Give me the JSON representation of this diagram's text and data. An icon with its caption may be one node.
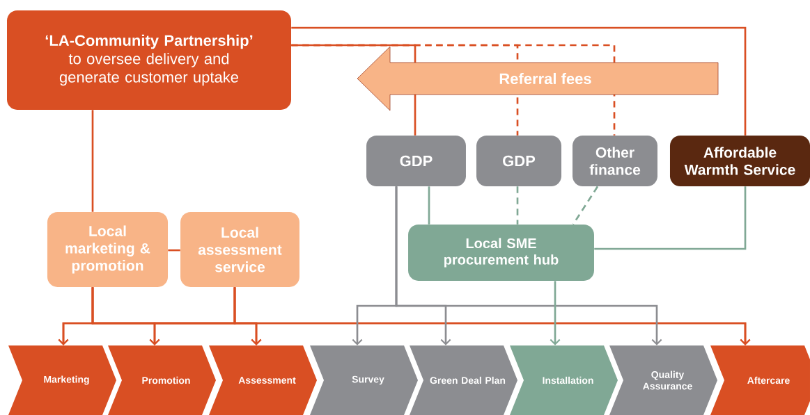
{
  "diagram": {
    "nodes": [
      {
        "text": [
          "‘LA-Community Partnership’",
          "to oversee delivery and generate customer uptake"
        ]
      },
      {
        "text": [
          "GDP"
        ]
      },
      {
        "text": [
          "GDP"
        ]
      },
      {
        "text": [
          "Other finance"
        ]
      },
      {
        "text": [
          "Affordable Warmth Service"
        ]
      },
      {
        "text": [
          "Local marketing & promotion"
        ]
      },
      {
        "text": [
          "Local assessment service"
        ]
      },
      {
        "text": [
          "Local SME procurement hub"
        ]
      },
      {
        "text": [
          "Marketing"
        ]
      },
      {
        "text": [
          "Promotion"
        ]
      },
      {
        "text": [
          "Assessment"
        ]
      },
      {
        "text": [
          "Survey"
        ]
      },
      {
        "text": [
          "Green Deal Plan"
        ]
      },
      {
        "text": [
          "Installation"
        ]
      },
      {
        "text": [
          "Quality Assurance"
        ]
      },
      {
        "text": [
          "Aftercare"
        ]
      }
    ],
    "edges": [
      {
        "from": 0,
        "to": 4,
        "arrow": "none"
      },
      {
        "from": 0,
        "to": 1,
        "arrow": "none"
      },
      {
        "from": 0,
        "to": 2,
        "arrow": "none",
        "style": "dashed"
      },
      {
        "from": 0,
        "to": 3,
        "arrow": "none",
        "style": "dashed"
      },
      {
        "from": 0,
        "to": 5,
        "arrow": "none"
      },
      {
        "from": 5,
        "to": 6,
        "arrow": "none"
      },
      {
        "from": 5,
        "to": 8,
        "arrow": "to"
      },
      {
        "from": 5,
        "to": 9,
        "arrow": "to"
      },
      {
        "from": 5,
        "to": 10,
        "arrow": "to"
      },
      {
        "from": 5,
        "to": 15,
        "arrow": "to"
      },
      {
        "from": 6,
        "to": 8,
        "arrow": "to"
      },
      {
        "from": 6,
        "to": 9,
        "arrow": "to"
      },
      {
        "from": 6,
        "to": 10,
        "arrow": "to"
      },
      {
        "from": 6,
        "to": 15,
        "arrow": "to"
      },
      {
        "from": 1,
        "to": 11,
        "arrow": "to",
        "color": "#8c8d91"
      },
      {
        "from": 1,
        "to": 12,
        "arrow": "to",
        "color": "#8c8d91"
      },
      {
        "from": 1,
        "to": 14,
        "arrow": "to",
        "color": "#8c8d91"
      },
      {
        "from": 1,
        "to": 7,
        "arrow": "none",
        "color": "#80a895"
      },
      {
        "from": 2,
        "to": 7,
        "arrow": "none",
        "style": "dashed",
        "color": "#80a895"
      },
      {
        "from": 3,
        "to": 7,
        "arrow": "none",
        "style": "dashed",
        "color": "#80a895"
      },
      {
        "from": 4,
        "to": 7,
        "arrow": "none",
        "color": "#80a895"
      },
      {
        "from": 7,
        "to": 13,
        "arrow": "to",
        "color": "#80a895"
      }
    ],
    "labels": [
      "Referral fees"
    ]
  }
}
